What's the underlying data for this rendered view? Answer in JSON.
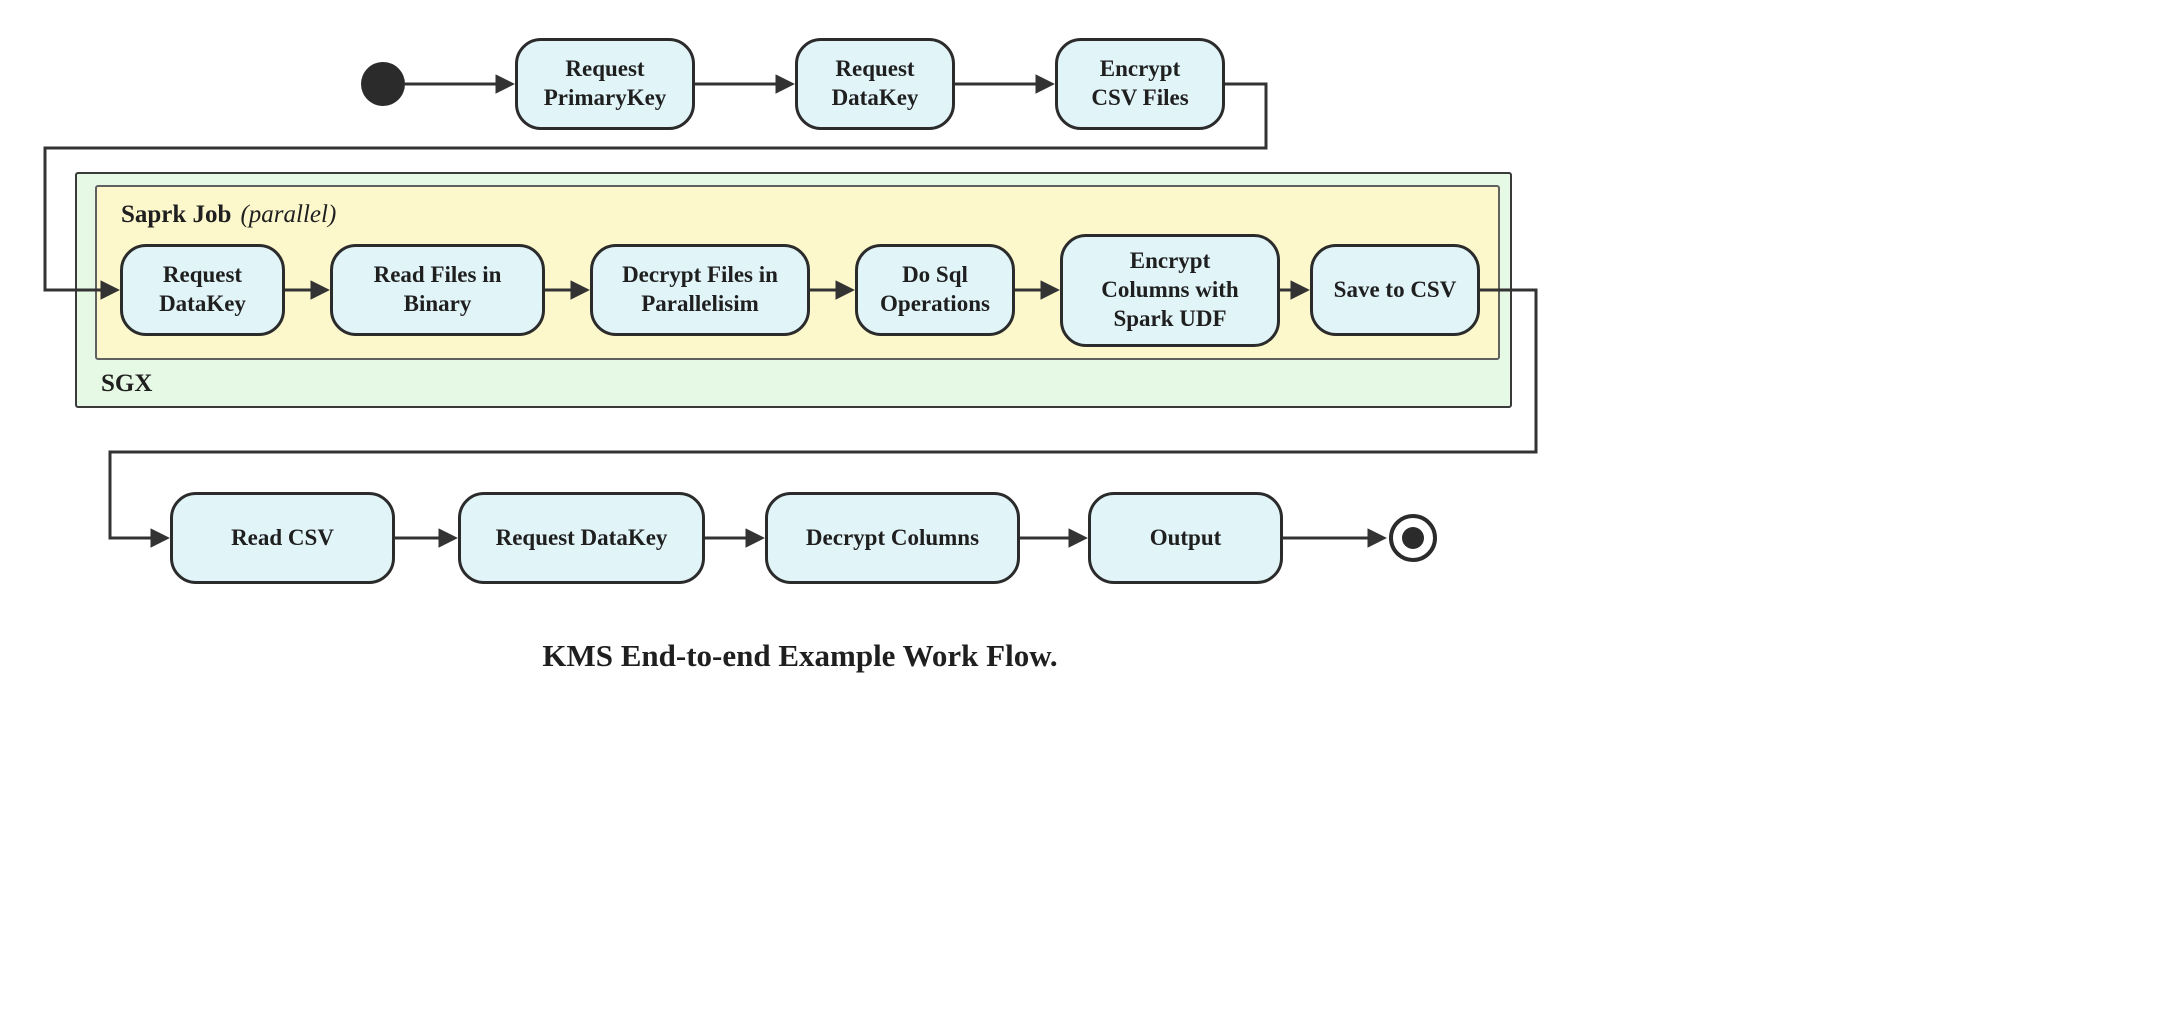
{
  "diagram": {
    "caption": "KMS End-to-end Example Work Flow.",
    "top_row": {
      "nodes": [
        {
          "label": "Request\nPrimaryKey"
        },
        {
          "label": "Request\nDataKey"
        },
        {
          "label": "Encrypt\nCSV Files"
        }
      ]
    },
    "sgx": {
      "label": "SGX",
      "spark_job": {
        "title": "Saprk Job",
        "qualifier": "(parallel)",
        "nodes": [
          {
            "label": "Request\nDataKey"
          },
          {
            "label": "Read Files in\nBinary"
          },
          {
            "label": "Decrypt Files in\nParallelisim"
          },
          {
            "label": "Do Sql\nOperations"
          },
          {
            "label": "Encrypt\nColumns with\nSpark UDF"
          },
          {
            "label": "Save to CSV"
          }
        ]
      }
    },
    "bottom_row": {
      "nodes": [
        {
          "label": "Read CSV"
        },
        {
          "label": "Request DataKey"
        },
        {
          "label": "Decrypt Columns"
        },
        {
          "label": "Output"
        }
      ]
    },
    "colors": {
      "node_fill": "#e1f5f9",
      "node_border": "#2b2b2b",
      "sgx_fill": "#e6f9e4",
      "sgx_border": "#3a3a3a",
      "spark_fill": "#fcf8cc",
      "spark_border": "#606060",
      "arrow": "#333333",
      "text": "#1f1f1f"
    }
  }
}
